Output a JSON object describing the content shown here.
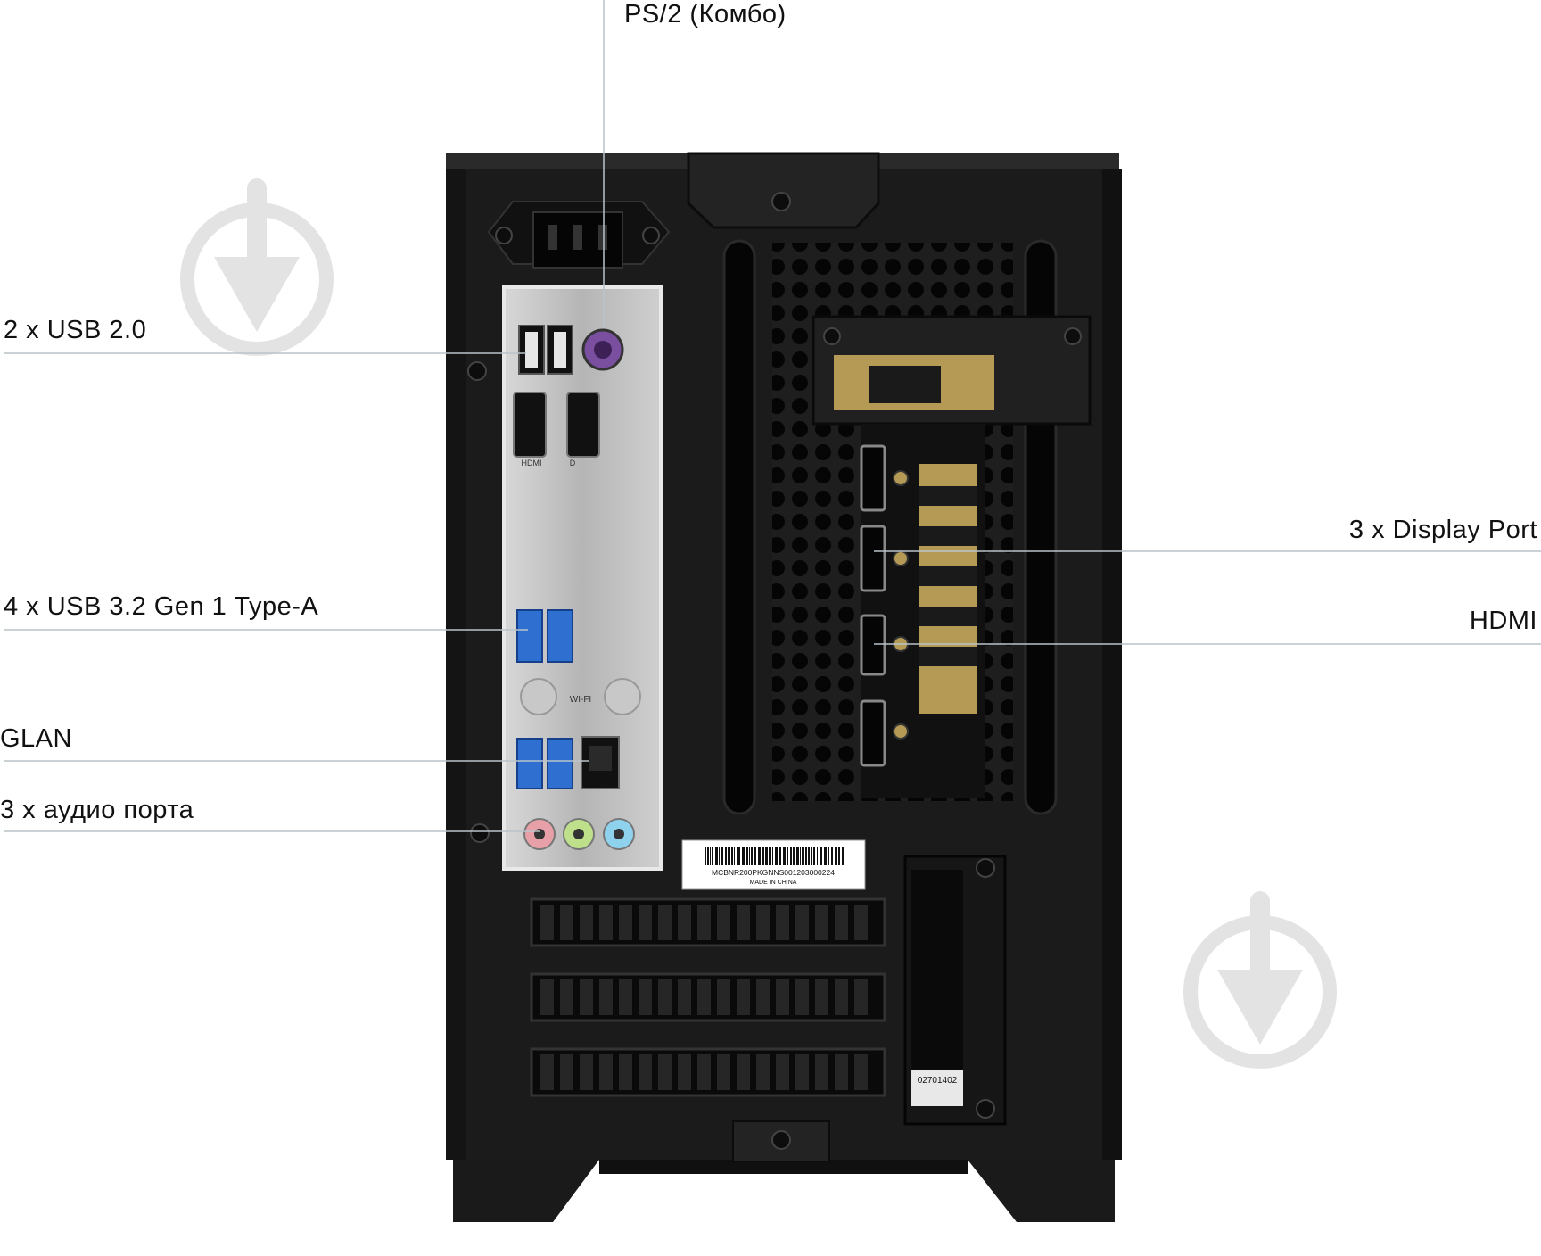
{
  "callouts": {
    "ps2": "PS/2 (Комбо)",
    "usb2": "2 x USB 2.0",
    "usb32": "4 x USB 3.2 Gen 1 Type-A",
    "glan": "GLAN",
    "audio": "3 x аудио порта",
    "displayport": "3 x Display Port",
    "hdmi": "HDMI"
  },
  "label_sticker": {
    "serial": "MCBNR200PKGNNS001203000224",
    "origin": "MADE IN CHINA"
  },
  "gpu_sticker": "02701402",
  "io_shield_marks": {
    "hdmi": "HDMI",
    "dp": "D",
    "wifi": "WI-FI"
  },
  "colors": {
    "case": "#1b1b1c",
    "io_shield": "#bdbdbd",
    "usb3_blue": "#2f6fd0",
    "audio_pink": "#e8a0a8",
    "audio_green": "#bfe08a",
    "audio_blue": "#8fd2ee",
    "ps2_purple": "#7a4fa0",
    "callout_line": "#b9c4c9",
    "watermark": "#e3e3e3"
  }
}
